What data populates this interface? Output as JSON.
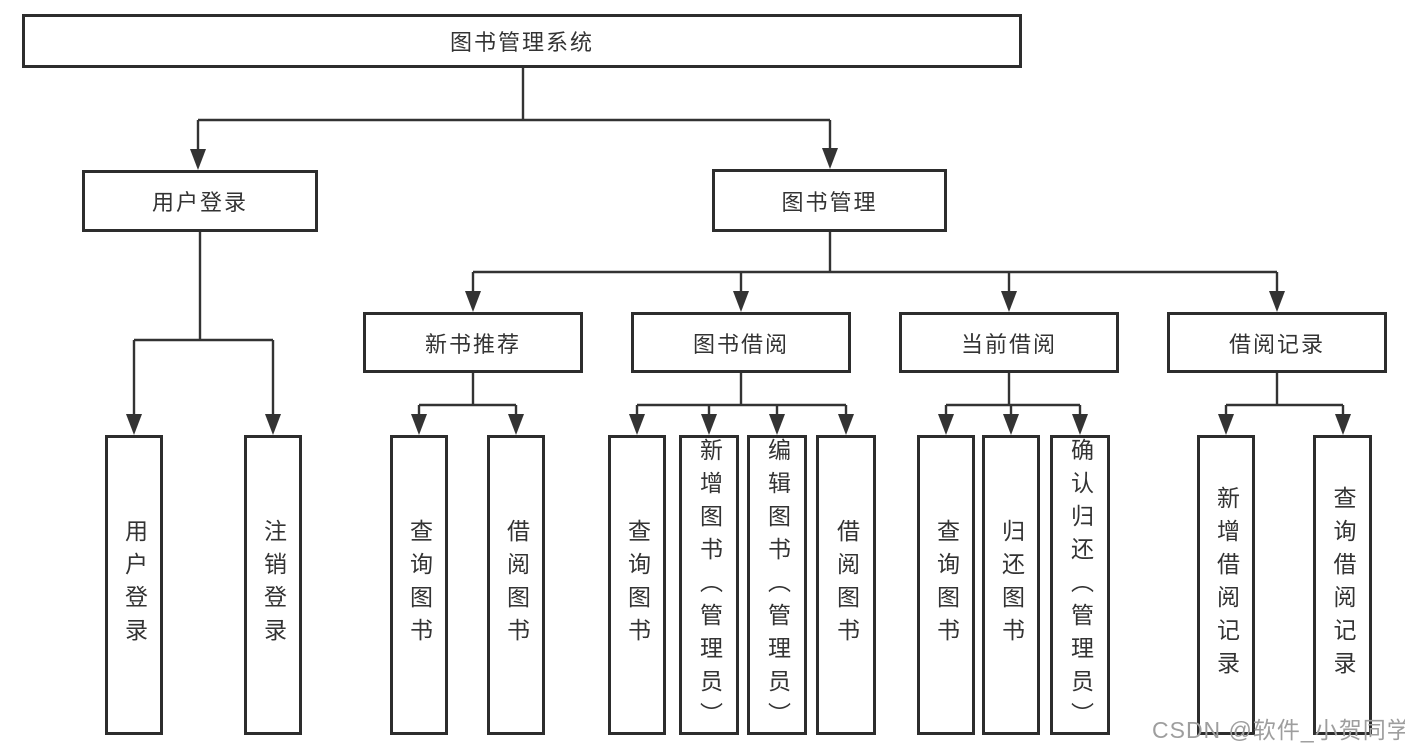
{
  "diagram": {
    "type": "tree",
    "nodes": {
      "root": "图书管理系统",
      "user_login": "用户登录",
      "book_management": "图书管理",
      "new_book_recommend": "新书推荐",
      "book_borrow": "图书借阅",
      "current_borrow": "当前借阅",
      "borrow_records": "借阅记录",
      "login_user_login": "用户登录",
      "login_logout": "注销登录",
      "recommend_query_books": "查询图书",
      "recommend_borrow_books": "借阅图书",
      "borrow_query_books": "查询图书",
      "borrow_add_books_admin": "新增图书（管理员）",
      "borrow_edit_books_admin": "编辑图书（管理员）",
      "borrow_borrow_books": "借阅图书",
      "current_query_books": "查询图书",
      "current_return_books": "归还图书",
      "current_confirm_return_admin": "确认归还（管理员）",
      "records_add_record": "新增借阅记录",
      "records_query_record": "查询借阅记录"
    },
    "hierarchy": {
      "图书管理系统": {
        "用户登录": [
          "用户登录",
          "注销登录"
        ],
        "图书管理": {
          "新书推荐": [
            "查询图书",
            "借阅图书"
          ],
          "图书借阅": [
            "查询图书",
            "新增图书（管理员）",
            "编辑图书（管理员）",
            "借阅图书"
          ],
          "当前借阅": [
            "查询图书",
            "归还图书",
            "确认归还（管理员）"
          ],
          "借阅记录": [
            "新增借阅记录",
            "查询借阅记录"
          ]
        }
      }
    }
  },
  "watermark": {
    "text": "CSDN @软件_小贺同学"
  },
  "colors": {
    "line": "#333333",
    "box_border": "#2d2d2d",
    "text": "#333333",
    "background": "#ffffff",
    "watermark": "#9e9e9e"
  }
}
